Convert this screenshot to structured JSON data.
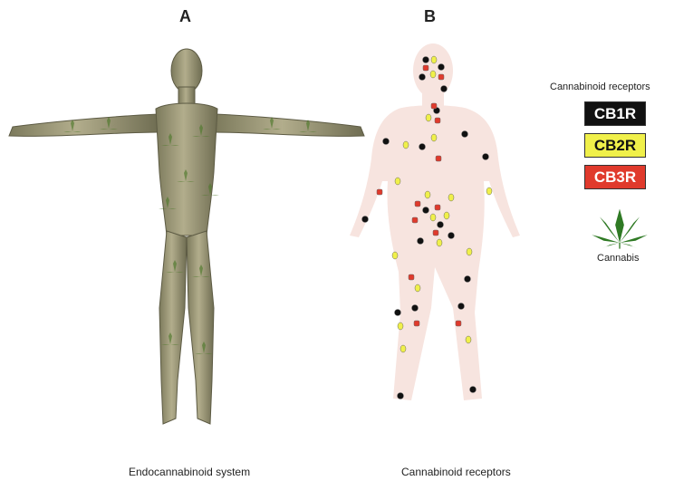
{
  "panels": {
    "a": {
      "label": "A",
      "caption": "Endocannabinoid system"
    },
    "b": {
      "label": "B",
      "caption": "Cannabinoid receptors"
    }
  },
  "legend": {
    "title": "Cannabinoid receptors",
    "items": [
      {
        "label": "CB1R",
        "color": "#111111",
        "text_color": "#ffffff"
      },
      {
        "label": "CB2R",
        "color": "#f0f04a",
        "text_color": "#111111"
      },
      {
        "label": "CB3R",
        "color": "#e03a2c",
        "text_color": "#ffffff"
      }
    ],
    "cannabis_label": "Cannabis"
  },
  "colors": {
    "body_silhouette": "#f7e4df",
    "human_figure": "#a6a07c",
    "leaf": "#3f7f2e"
  }
}
